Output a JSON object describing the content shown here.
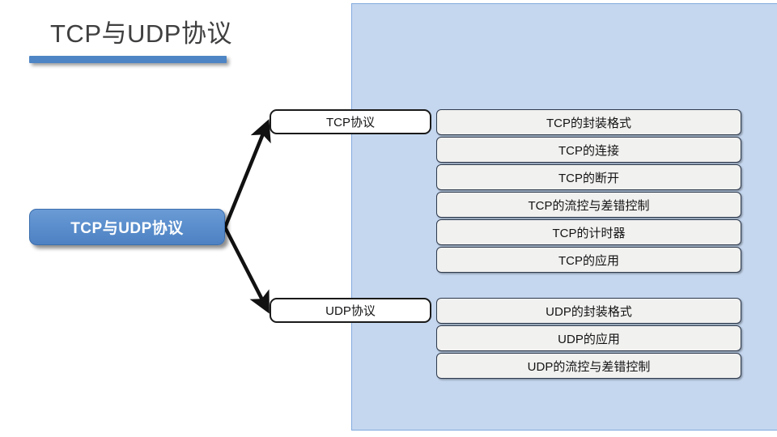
{
  "slide": {
    "title": "TCP与UDP协议",
    "background_color": "#ffffff",
    "accent_color": "#4e85c5",
    "panel_color": "#c5d7ef"
  },
  "diagram": {
    "root": {
      "label": "TCP与UDP协议",
      "fill_color": "#5b8fcd",
      "text_color": "#ffffff"
    },
    "branches": [
      {
        "label": "TCP协议",
        "children": [
          {
            "label": "TCP的封装格式"
          },
          {
            "label": "TCP的连接"
          },
          {
            "label": "TCP的断开"
          },
          {
            "label": "TCP的流控与差错控制"
          },
          {
            "label": "TCP的计时器"
          },
          {
            "label": "TCP的应用"
          }
        ]
      },
      {
        "label": "UDP协议",
        "children": [
          {
            "label": "UDP的封装格式"
          },
          {
            "label": "UDP的应用"
          },
          {
            "label": "UDP的流控与差错控制"
          }
        ]
      }
    ]
  }
}
